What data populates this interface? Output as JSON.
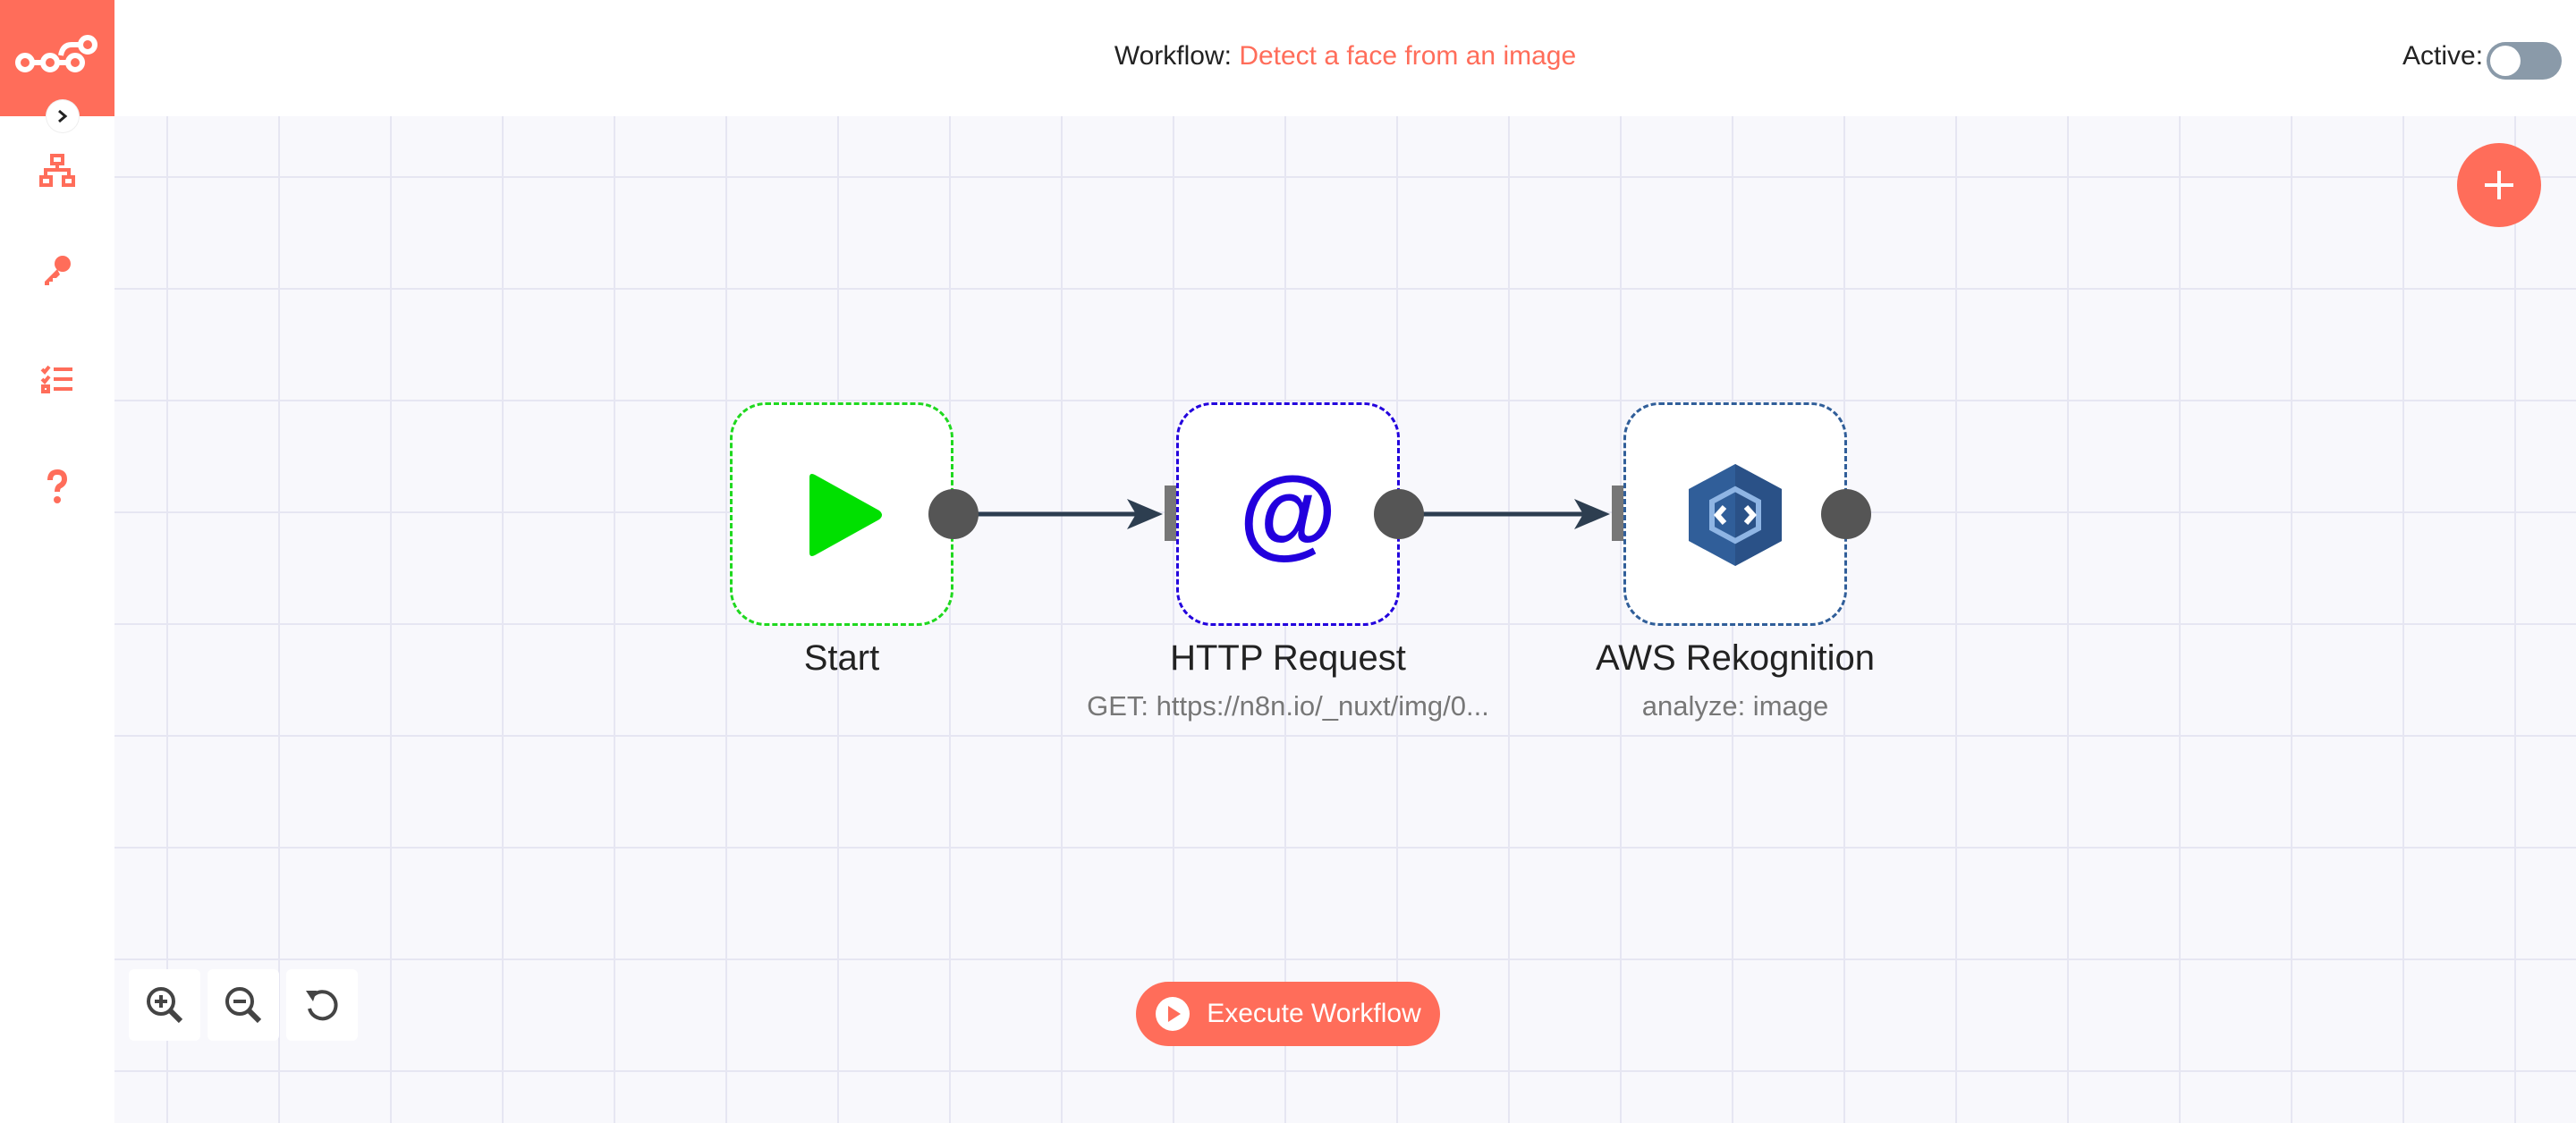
{
  "header": {
    "workflow_label": "Workflow:",
    "workflow_name": "Detect a face from an image",
    "active_label": "Active:",
    "active": false
  },
  "sidebar": {
    "items": [
      {
        "icon": "network-wired-icon"
      },
      {
        "icon": "key-icon"
      },
      {
        "icon": "tasks-icon"
      },
      {
        "icon": "question-icon"
      }
    ]
  },
  "nodes": [
    {
      "title": "Start",
      "subtitle": "",
      "icon": "play-icon",
      "color": "#00e000"
    },
    {
      "title": "HTTP Request",
      "subtitle": "GET: https://n8n.io/_nuxt/img/0...",
      "icon": "at-icon",
      "color": "#2200dd"
    },
    {
      "title": "AWS Rekognition",
      "subtitle": "analyze: image",
      "icon": "aws-rekognition-icon",
      "color": "#305e99"
    }
  ],
  "toolbar": {
    "execute_label": "Execute Workflow"
  },
  "colors": {
    "brand": "#ff6d5a",
    "canvas": "#f8f8fc",
    "connection": "#2d3e50"
  }
}
